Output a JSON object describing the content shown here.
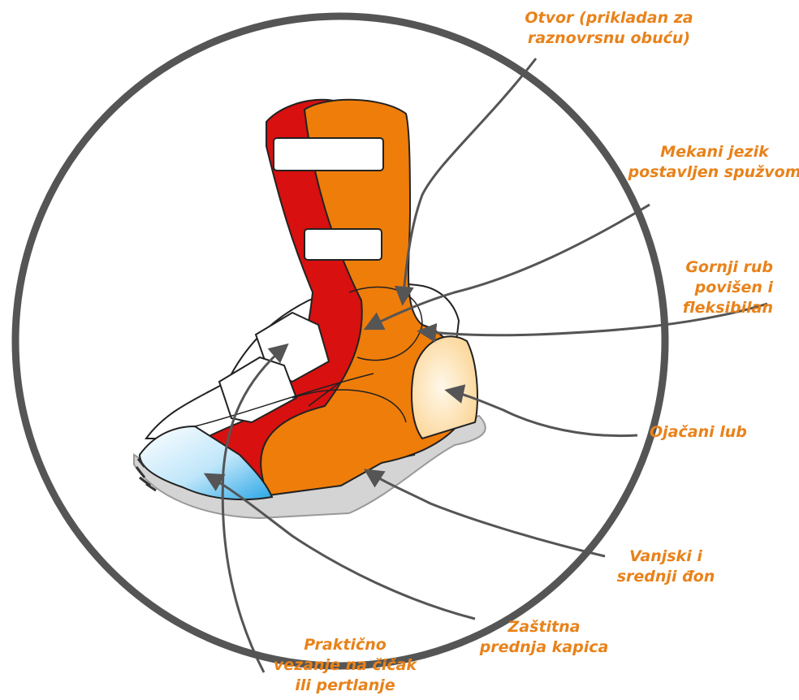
{
  "labels": {
    "opening": [
      "Otvor (prikladan za",
      "raznovrsnu obuću)"
    ],
    "tongue": [
      "Mekani jezik",
      "postavljen spužvom"
    ],
    "top_edge": [
      "Gornji rub",
      "povišen i",
      "fleksibilan"
    ],
    "heel": [
      "Ojačani lub"
    ],
    "sole": [
      "Vanjski i",
      "srednji đon"
    ],
    "toe_cap": [
      "Zaštitna",
      "prednja kapica"
    ],
    "fastening": [
      "Praktično",
      "vezanje na čičak",
      "ili pertlanje"
    ]
  },
  "colors": {
    "label": "#e8821a",
    "boot_red": "#d81010",
    "boot_orange": "#ef7d0a",
    "toe_blue": "#2aa6e6",
    "heel_cream": "#fbd089",
    "sole_gray": "#d4d4d4",
    "circle": "#555555",
    "leader": "#555555"
  }
}
